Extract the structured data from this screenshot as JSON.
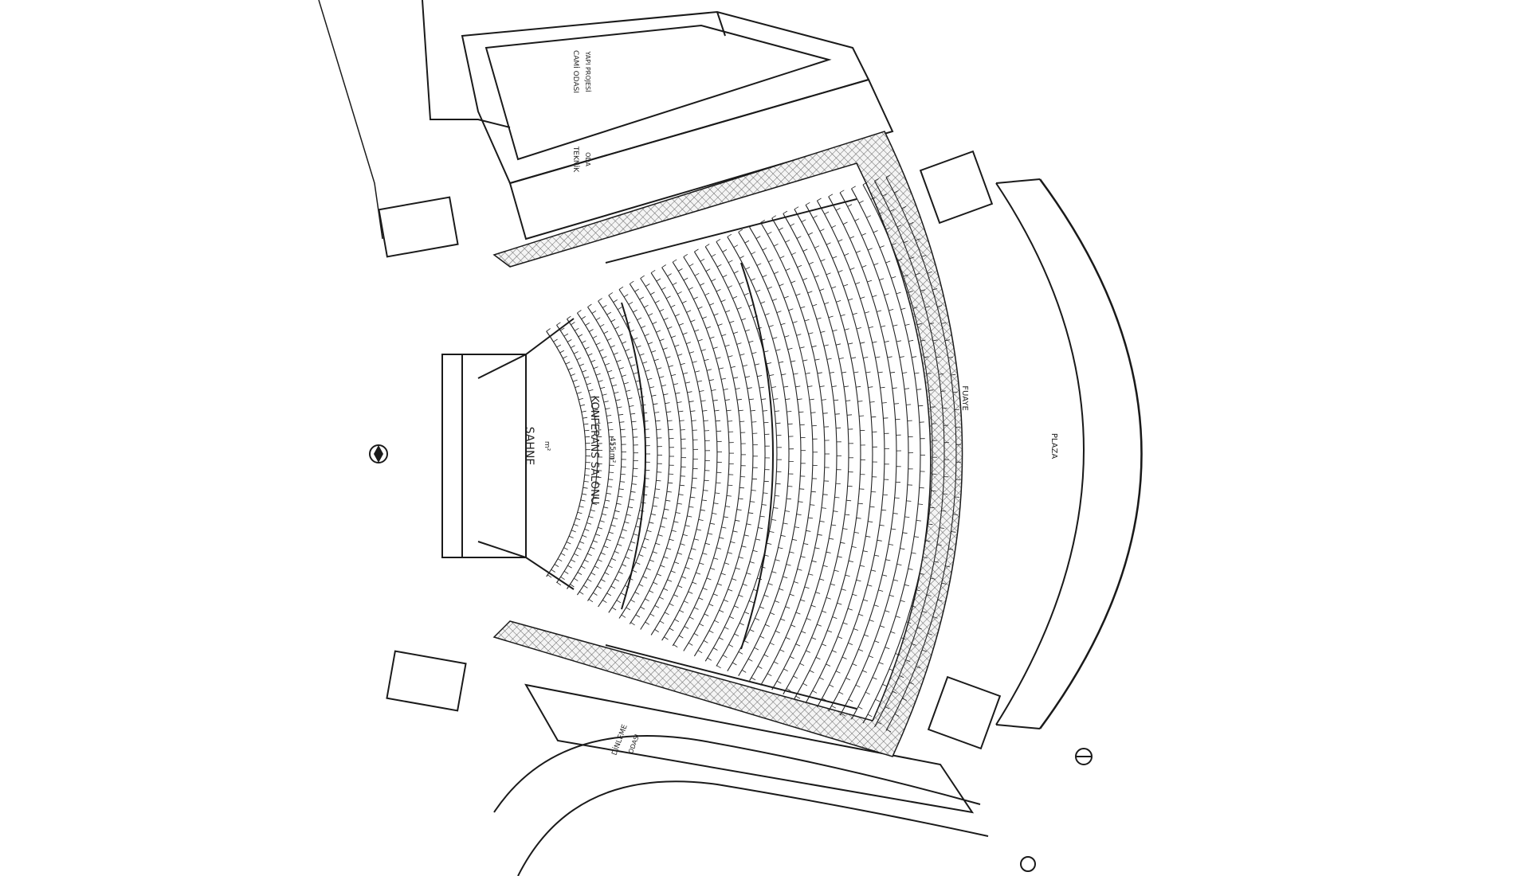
{
  "labels": {
    "stage": "SAHNE",
    "hall": "KONFERANS SALONU",
    "hall_sub": "455 m²",
    "stage_sub": "m²",
    "foyer": "FUAYE",
    "plaza": "PLAZA",
    "upper_room": "CAMİ ODASI",
    "upper_room_sub": "YAPI PROJESİ",
    "mid_room": "TEKNİK",
    "mid_room_sub": "ODA",
    "lower_room": "DİNLEME",
    "lower_room_sub": "ODASI"
  },
  "colors": {
    "line": "#1a1a1a",
    "hatch": "#555555",
    "paper": "#ffffff"
  },
  "icons": [
    "north-arrow-icon",
    "section-marker-icon"
  ]
}
